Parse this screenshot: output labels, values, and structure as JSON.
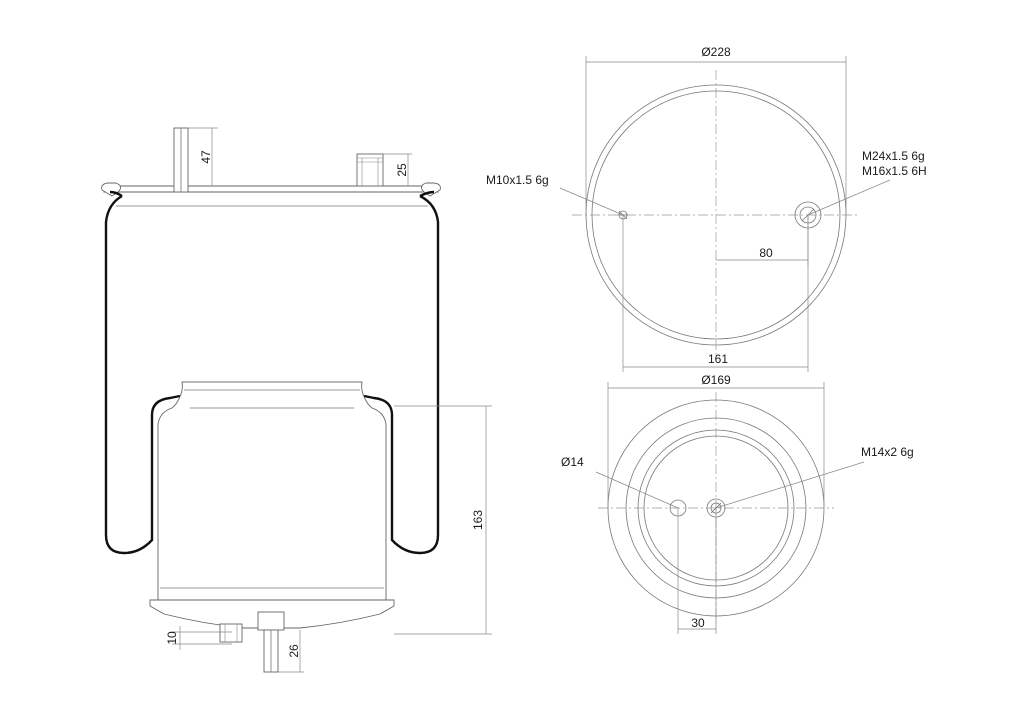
{
  "side_view": {
    "dim_top_stud_height": "47",
    "dim_top_port_height": "25",
    "dim_piston_height": "163",
    "dim_bottom_offset": "10",
    "dim_bottom_stud_length": "26"
  },
  "top_view": {
    "dim_diameter": "Ø228",
    "dim_port_offset": "80",
    "dim_stud_spacing": "161",
    "label_stud_thread": "M10x1.5 6g",
    "label_port_thread_1": "M24x1.5 6g",
    "label_port_thread_2": "M16x1.5 6H"
  },
  "bottom_view": {
    "dim_diameter": "Ø169",
    "dim_hole_diameter": "Ø14",
    "dim_hole_offset": "30",
    "label_center_thread": "M14x2 6g"
  }
}
